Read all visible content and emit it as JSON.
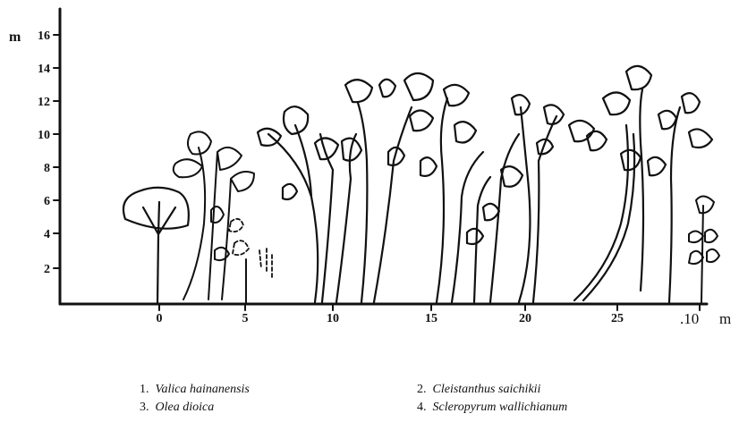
{
  "figure": {
    "y_unit_label": "m",
    "y_ticks": [
      "2",
      "4",
      "6",
      "8",
      "10",
      "12",
      "14",
      "16"
    ],
    "x_ticks": [
      "0",
      "5",
      "10",
      "15",
      "20",
      "25",
      ".10"
    ],
    "x_unit_label": "m"
  },
  "legend": [
    {
      "num": "1.",
      "species": "Valica hainanensis"
    },
    {
      "num": "2.",
      "species": "Cleistanthus saichikii"
    },
    {
      "num": "3.",
      "species": "Olea dioica"
    },
    {
      "num": "4.",
      "species": "Scleropyrum wallichianum"
    }
  ]
}
